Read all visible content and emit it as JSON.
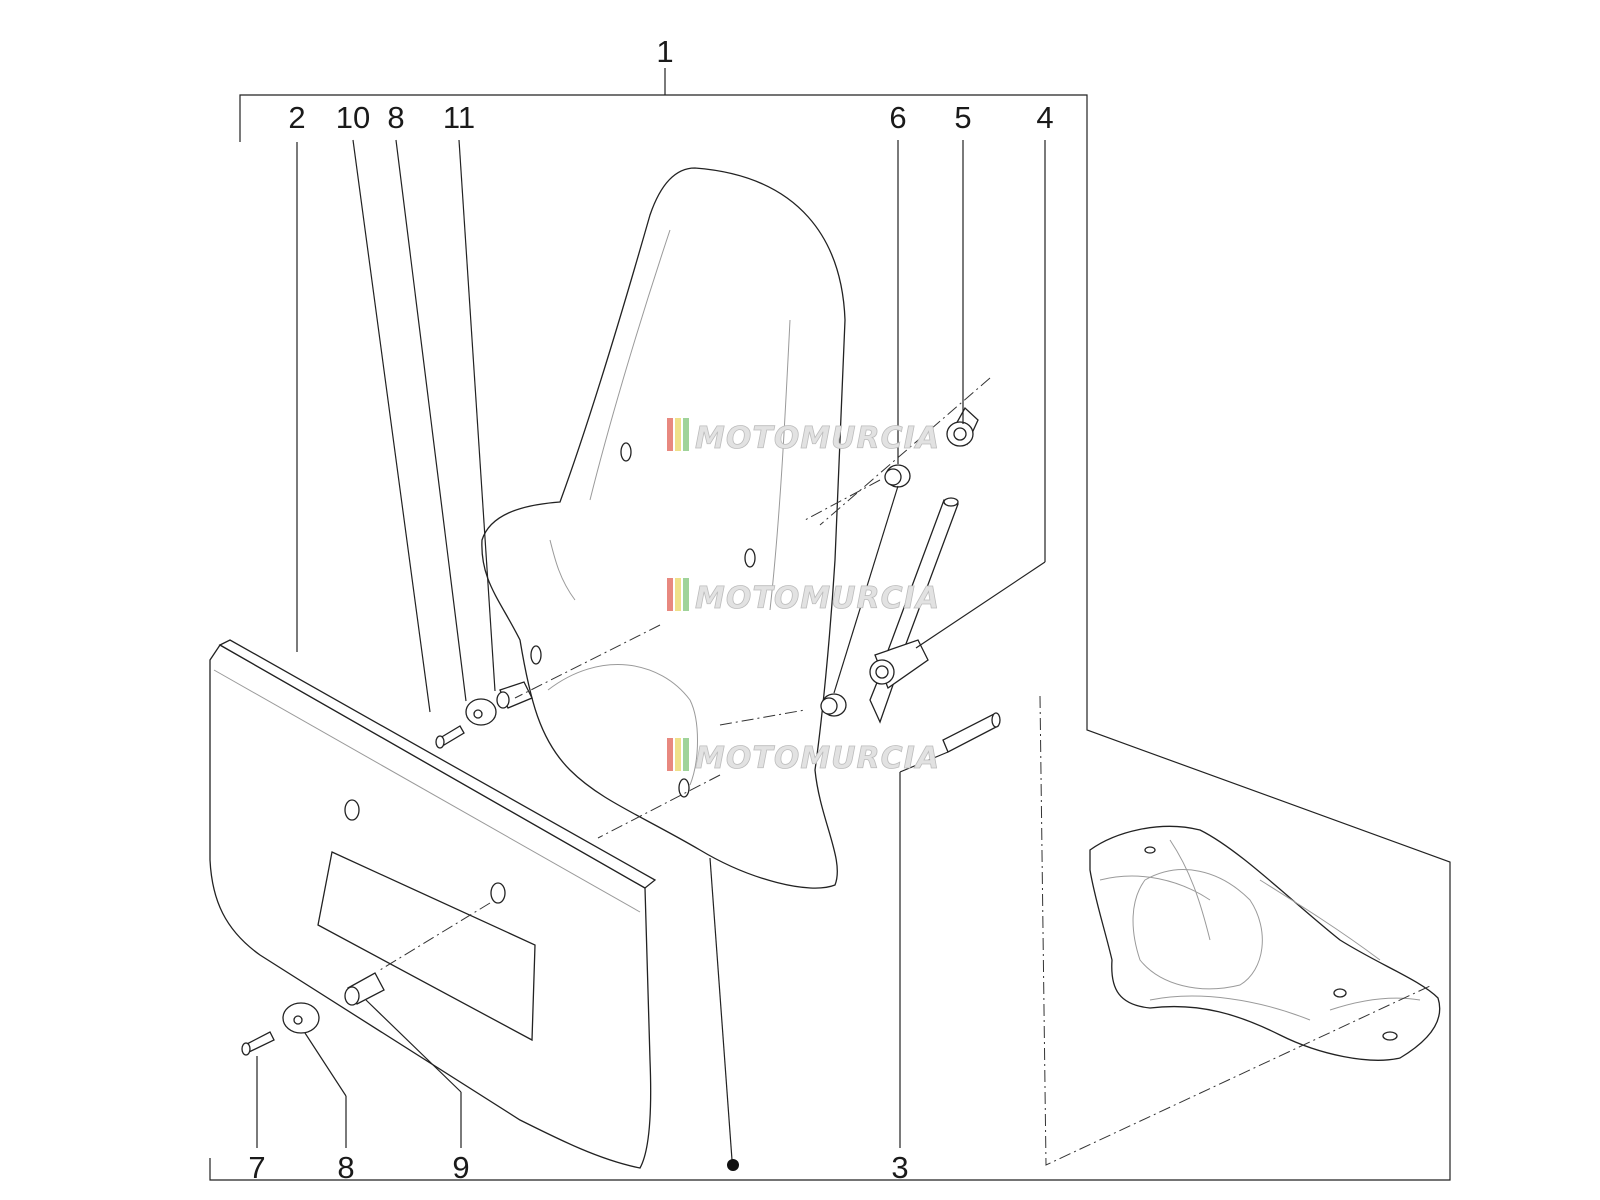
{
  "callouts": {
    "c1": "1",
    "c2": "2",
    "c10": "10",
    "c8a": "8",
    "c11": "11",
    "c6": "6",
    "c5": "5",
    "c4": "4",
    "c7": "7",
    "c8b": "8",
    "c9": "9",
    "c3": "3"
  },
  "watermark": {
    "text": "MOTOMURCIA"
  },
  "colors": {
    "line": "#222222",
    "watermark_red": "#e8887f",
    "watermark_yellow": "#efe08a",
    "watermark_green": "#9fd39a"
  }
}
